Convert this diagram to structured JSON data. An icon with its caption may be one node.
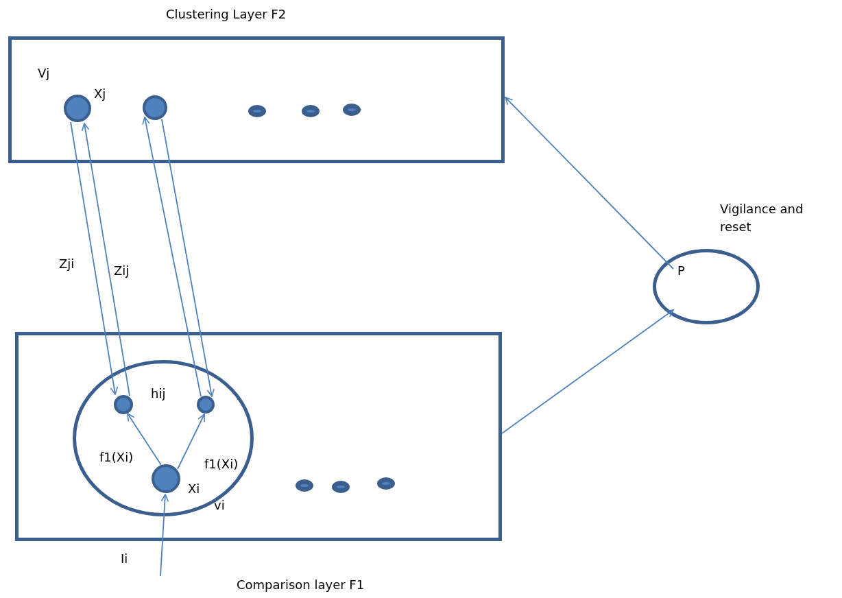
{
  "diagram": {
    "nodes": [
      {
        "text": [
          "Clustering Layer F2"
        ]
      },
      {
        "text": [
          "Vj",
          "Xj"
        ],
        "in": 0
      },
      {
        "text": [],
        "shape": "circle",
        "in": 0
      },
      {
        "text": [],
        "shape": "circle",
        "in": 0
      },
      {
        "text": [],
        "shape": "circle",
        "in": 0
      },
      {
        "text": [],
        "shape": "circle",
        "in": 0
      },
      {
        "text": [
          "P"
        ],
        "beside": [
          "Vigilance and reset"
        ]
      },
      {
        "text": [
          "Comparison layer F1"
        ]
      },
      {
        "text": [
          "vi"
        ],
        "in": 7
      },
      {
        "text": [],
        "shape": "circle",
        "in": 8
      },
      {
        "text": [],
        "shape": "circle",
        "in": 8
      },
      {
        "text": [
          "Xi"
        ],
        "in": 8
      },
      {
        "text": [],
        "shape": "circle",
        "in": 7
      },
      {
        "text": [],
        "shape": "circle",
        "in": 7
      },
      {
        "text": [],
        "shape": "circle",
        "in": 7
      }
    ],
    "edges": [
      {
        "from": 1,
        "to": 9,
        "arrow": "to",
        "label": "Zji"
      },
      {
        "from": 9,
        "to": 1,
        "arrow": "to",
        "label": "Zij"
      },
      {
        "from": 10,
        "to": 2,
        "arrow": "to"
      },
      {
        "from": 2,
        "to": 10,
        "arrow": "to"
      },
      {
        "from": 11,
        "to": 9,
        "arrow": "to",
        "label": "f1(Xi)"
      },
      {
        "from": 11,
        "to": 10,
        "arrow": "to",
        "label": "f1(Xi)"
      },
      {
        "from": null,
        "to": 11,
        "arrow": "to",
        "label": "Ii"
      },
      {
        "from": 7,
        "to": 6,
        "arrow": "to"
      },
      {
        "from": 6,
        "to": 0,
        "arrow": "to"
      }
    ],
    "labels": [
      "hij"
    ]
  }
}
